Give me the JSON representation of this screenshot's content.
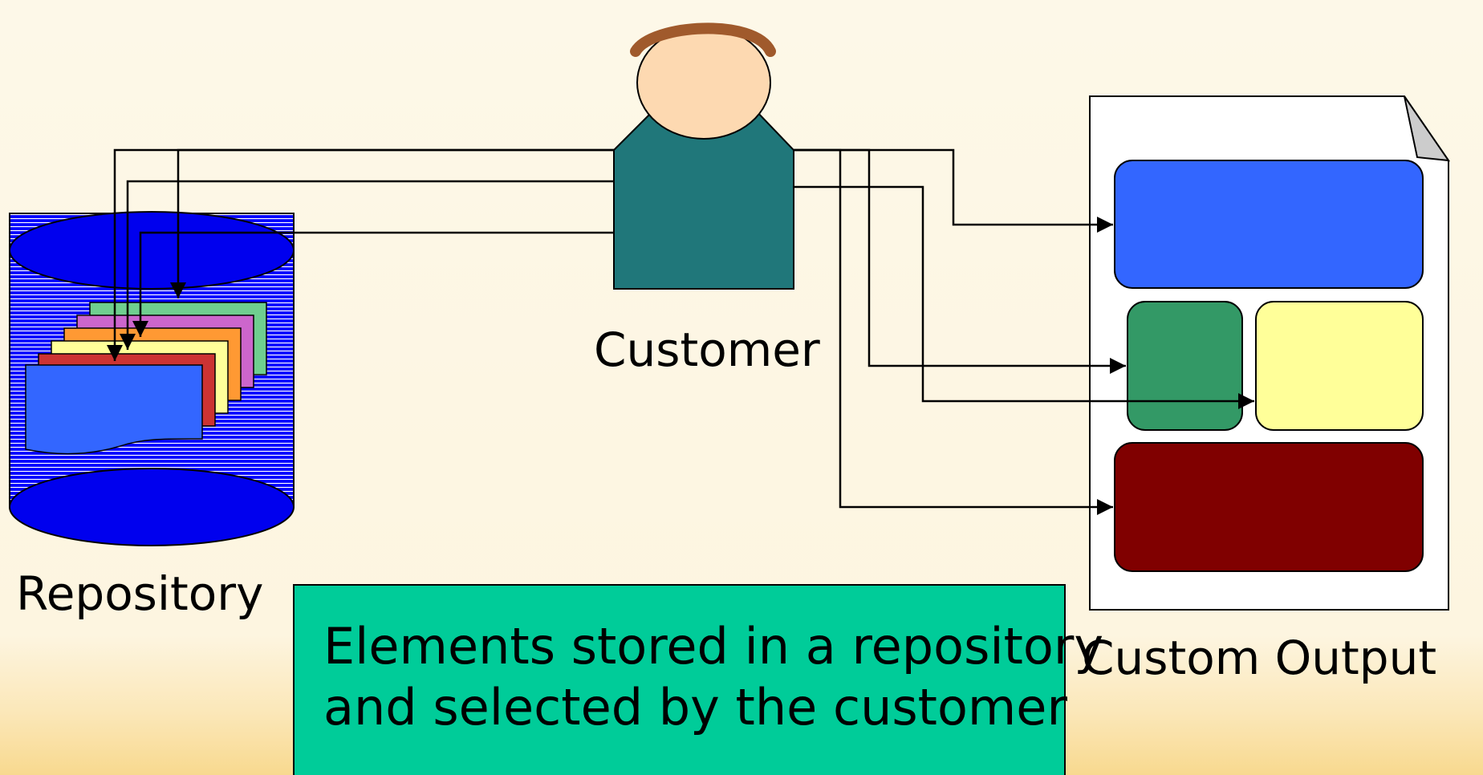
{
  "labels": {
    "customer": "Customer",
    "repository": "Repository",
    "custom_output": "Custom Output"
  },
  "note": {
    "line1": "Elements stored in a repository",
    "line2": "and selected by the customer"
  },
  "colors": {
    "background": "#fdf6e3",
    "customer_body": "#20777a",
    "customer_face": "#fdd9b1",
    "customer_hair": "#a05a2c",
    "repository_cylinder": "#0000ff",
    "repository_stripes": "#ffffff",
    "note_fill": "#00cc99",
    "output_page": "#ffffff",
    "block_blue": "#3366ff",
    "block_green": "#339966",
    "block_yellow": "#ffff99",
    "block_darkred": "#800000",
    "doc_stack": [
      "#6fcf8f",
      "#cc66cc",
      "#ff9933",
      "#ffff99",
      "#cc3333",
      "#3366ff"
    ]
  },
  "icons": {
    "customer": "person-icon",
    "repository": "database-icon",
    "output": "document-icon"
  }
}
